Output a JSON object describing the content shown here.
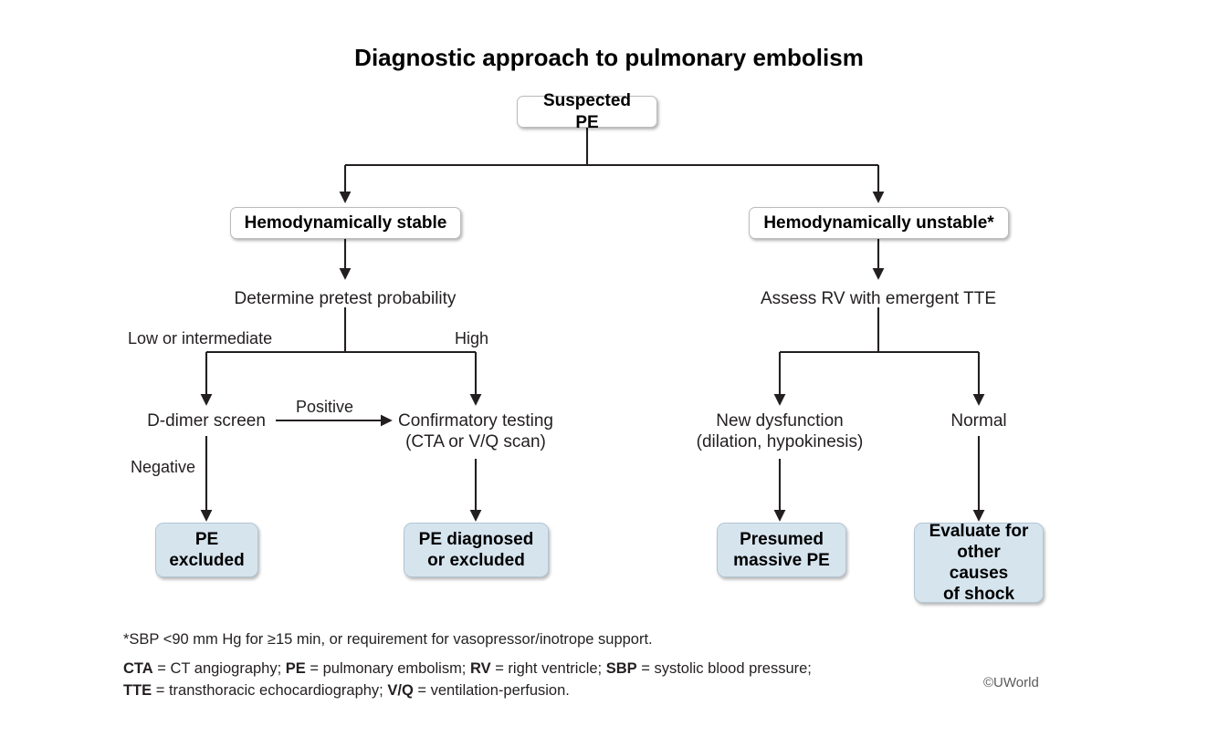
{
  "title": "Diagnostic approach to pulmonary embolism",
  "colors": {
    "outcome_fill": "#d6e4ee",
    "outcome_border": "#b4c6d4",
    "process_fill": "#ffffff",
    "process_border": "#b9bcbe",
    "line": "#231f20",
    "text": "#231f20",
    "background": "#ffffff"
  },
  "nodes": {
    "root": "Suspected PE",
    "stable": "Hemodynamically stable",
    "unstable": "Hemodynamically unstable*",
    "pretest": "Determine pretest probability",
    "assess_rv": "Assess RV with emergent TTE",
    "ddimer": "D-dimer screen",
    "confirmatory_line1": "Confirmatory testing",
    "confirmatory_line2": "(CTA or V/Q scan)",
    "new_dysfunction_line1": "New dysfunction",
    "new_dysfunction_line2": "(dilation, hypokinesis)",
    "normal": "Normal",
    "pe_excluded_line1": "PE",
    "pe_excluded_line2": "excluded",
    "pe_diagnosed_line1": "PE diagnosed",
    "pe_diagnosed_line2": "or excluded",
    "massive_pe_line1": "Presumed",
    "massive_pe_line2": "massive PE",
    "other_shock_line1": "Evaluate for",
    "other_shock_line2": "other causes",
    "other_shock_line3": "of shock"
  },
  "edge_labels": {
    "low_or_intermediate": "Low or intermediate",
    "high": "High",
    "positive": "Positive",
    "negative": "Negative"
  },
  "footnotes": {
    "asterisk": "*SBP <90 mm Hg for ≥15 min, or requirement for vasopressor/inotrope support.",
    "abbrev_line1_a": "CTA",
    "abbrev_line1_b": " = CT angiography; ",
    "abbrev_line1_c": "PE",
    "abbrev_line1_d": " = pulmonary embolism; ",
    "abbrev_line1_e": "RV",
    "abbrev_line1_f": " = right ventricle; ",
    "abbrev_line1_g": "SBP",
    "abbrev_line1_h": " = systolic blood pressure;",
    "abbrev_line2_a": "TTE",
    "abbrev_line2_b": " = transthoracic echocardiography; ",
    "abbrev_line2_c": "V/Q",
    "abbrev_line2_d": " = ventilation-perfusion."
  },
  "credit": "©UWorld"
}
